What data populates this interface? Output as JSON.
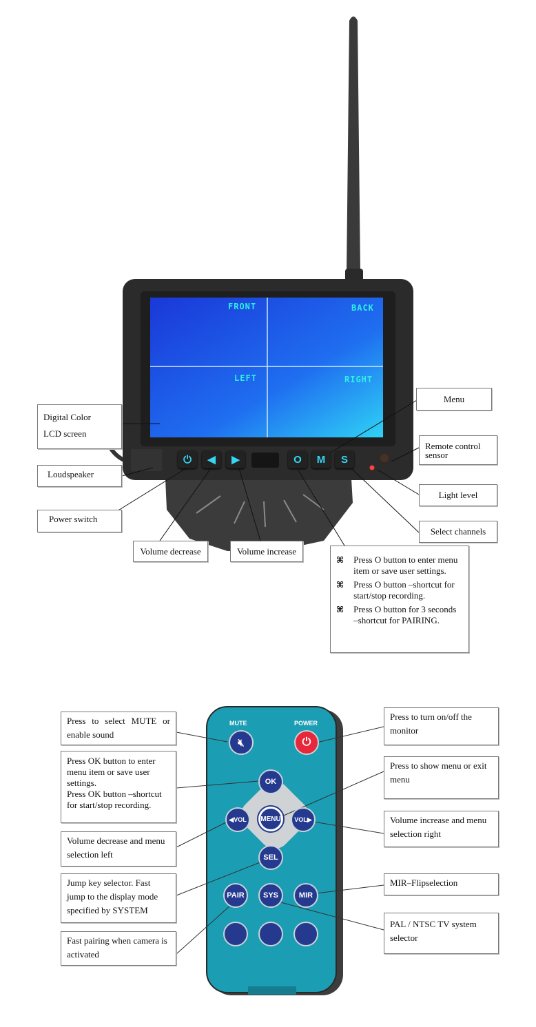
{
  "monitor": {
    "screen_labels": [
      "FRONT",
      "BACK",
      "LEFT",
      "RIGHT"
    ],
    "buttons": [
      "⏻",
      "◀",
      "▶",
      "O",
      "M",
      "S"
    ]
  },
  "monitor_callouts": {
    "lcd_screen": [
      "Digital Color",
      "LCD screen"
    ],
    "loudspeaker": "Loudspeaker",
    "power_switch": "Power switch",
    "volume_decrease": "Volume decrease",
    "volume_increase": "Volume increase",
    "menu": "Menu",
    "remote_sensor": "Remote control sensor",
    "light_level": "Light level",
    "select_channels": "Select channels",
    "o_button_notes": [
      "Press O button to enter menu item or save user settings.",
      "Press O button –shortcut for start/stop recording.",
      "Press O button for 3 seconds –shortcut for PAIRING."
    ],
    "bullet": "⌘"
  },
  "remote": {
    "mute_label": "MUTE",
    "power_label": "POWER",
    "buttons": {
      "ok": "OK",
      "vol_left": "◀VOL",
      "menu": "MENU",
      "vol_right": "VOL▶",
      "sel": "SEL",
      "pair": "PAIR",
      "sys": "SYS",
      "mir": "MIR"
    },
    "colors": {
      "body": "#1b9db3",
      "button": "#253a8f",
      "power": "#e8283a"
    }
  },
  "remote_callouts": {
    "mute": "Press to select MUTE or enable sound",
    "ok": [
      "Press OK button to enter menu item or save user settings.",
      "Press OK button –shortcut for start/stop recording."
    ],
    "vol_left": "Volume decrease and menu selection left",
    "sel": "Jump key selector. Fast jump to the display mode specified by SYSTEM",
    "pair": "Fast pairing when camera is activated",
    "power": "Press to turn on/off the monitor",
    "menu": "Press to show menu or exit menu",
    "vol_right": "Volume increase and menu selection right",
    "mir": "MIR–Flipselection",
    "sys": "PAL / NTSC TV system selector"
  }
}
